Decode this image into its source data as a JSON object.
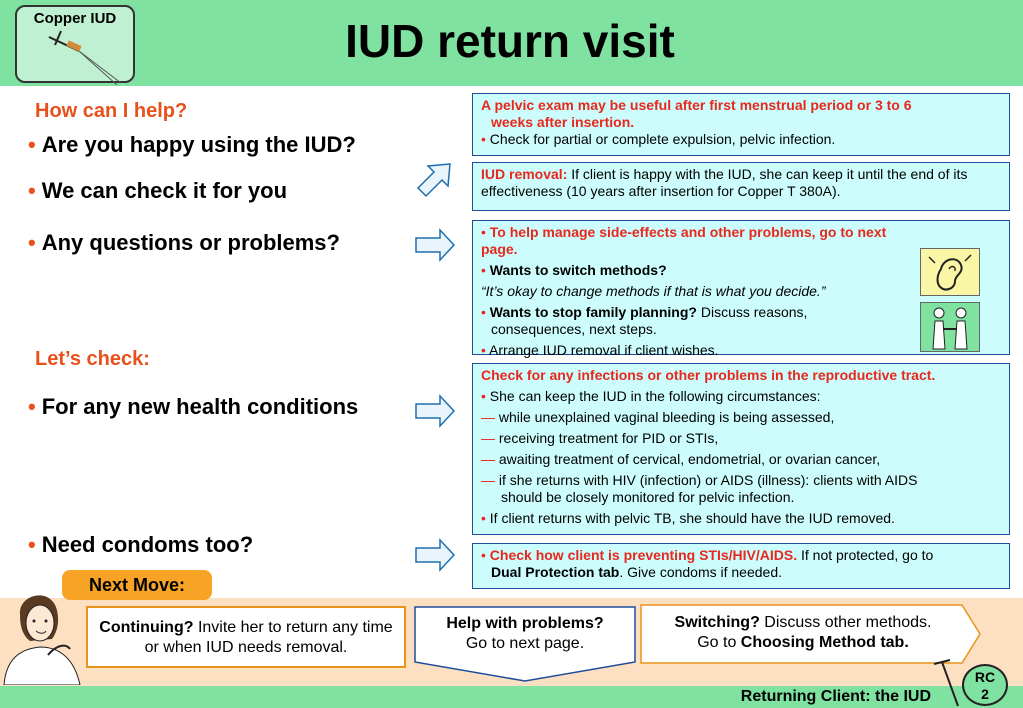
{
  "header": {
    "logo_label": "Copper IUD",
    "title": "IUD return visit"
  },
  "left": {
    "help_heading": "How can I help?",
    "q1": "Are you happy using the IUD?",
    "q2": "We can check it for you",
    "q3": "Any questions or problems?",
    "check_heading": "Let’s check:",
    "q4": "For any new health conditions",
    "q5": "Need condoms too?"
  },
  "box1": {
    "lead": "A pelvic exam may be useful after first menstrual period or 3 to 6",
    "lead2": "weeks after insertion.",
    "item": "Check for partial or complete expulsion, pelvic infection."
  },
  "box2": {
    "lead": "IUD removal:",
    "text": "If client is happy with the IUD, she can keep it until the end of its effectiveness (10 years after insertion for Copper T 380A)."
  },
  "box3": {
    "item1": "To help manage side-effects and other problems, go to next page.",
    "item2": "Wants to switch methods?",
    "quote": "“It’s okay to change methods if that is what you decide.”",
    "item3_bold": "Wants to stop family planning?",
    "item3_text": "Discuss reasons,",
    "item3_cont": "consequences, next steps.",
    "item4": "Arrange IUD removal if client wishes."
  },
  "box4": {
    "lead": "Check for any infections or other problems in the reproductive tract.",
    "item1": "She can keep the IUD in the following circumstances:",
    "d1": "while unexplained vaginal bleeding is being assessed,",
    "d2": "receiving treatment for PID or STIs,",
    "d3": "awaiting treatment of cervical, endometrial, or ovarian cancer,",
    "d4": "if she returns with HIV (infection) or AIDS (illness): clients with AIDS",
    "d4_cont": "should be closely monitored for pelvic infection.",
    "item2": "If client returns with pelvic TB, she should have the IUD removed."
  },
  "box5": {
    "lead": "Check how client is preventing STIs/HIV/AIDS.",
    "text": "If not protected, go to",
    "bold": "Dual Protection tab",
    "text2": ". Give condoms if needed."
  },
  "next": {
    "label": "Next Move:",
    "c1_bold": "Continuing?",
    "c1_text": "Invite her to return any time or when IUD needs removal.",
    "c2_bold": "Help with problems?",
    "c2_text": "Go to next page.",
    "c3_bold": "Switching?",
    "c3_text": "Discuss other methods.",
    "c3_go": "Go to",
    "c3_tab": "Choosing Method tab."
  },
  "footer": {
    "label": "Returning Client: the IUD",
    "rc1": "RC",
    "rc2": "2"
  },
  "colors": {
    "header_green": "#7fe2a0",
    "accent_red": "#e8281c",
    "box_cyan": "#ccfcfc",
    "band_peach": "#fde0c2",
    "next_orange": "#f7a325"
  },
  "icons": [
    "iud-icon",
    "arrow-icon",
    "ear-icon",
    "couple-icon",
    "woman-icon"
  ]
}
